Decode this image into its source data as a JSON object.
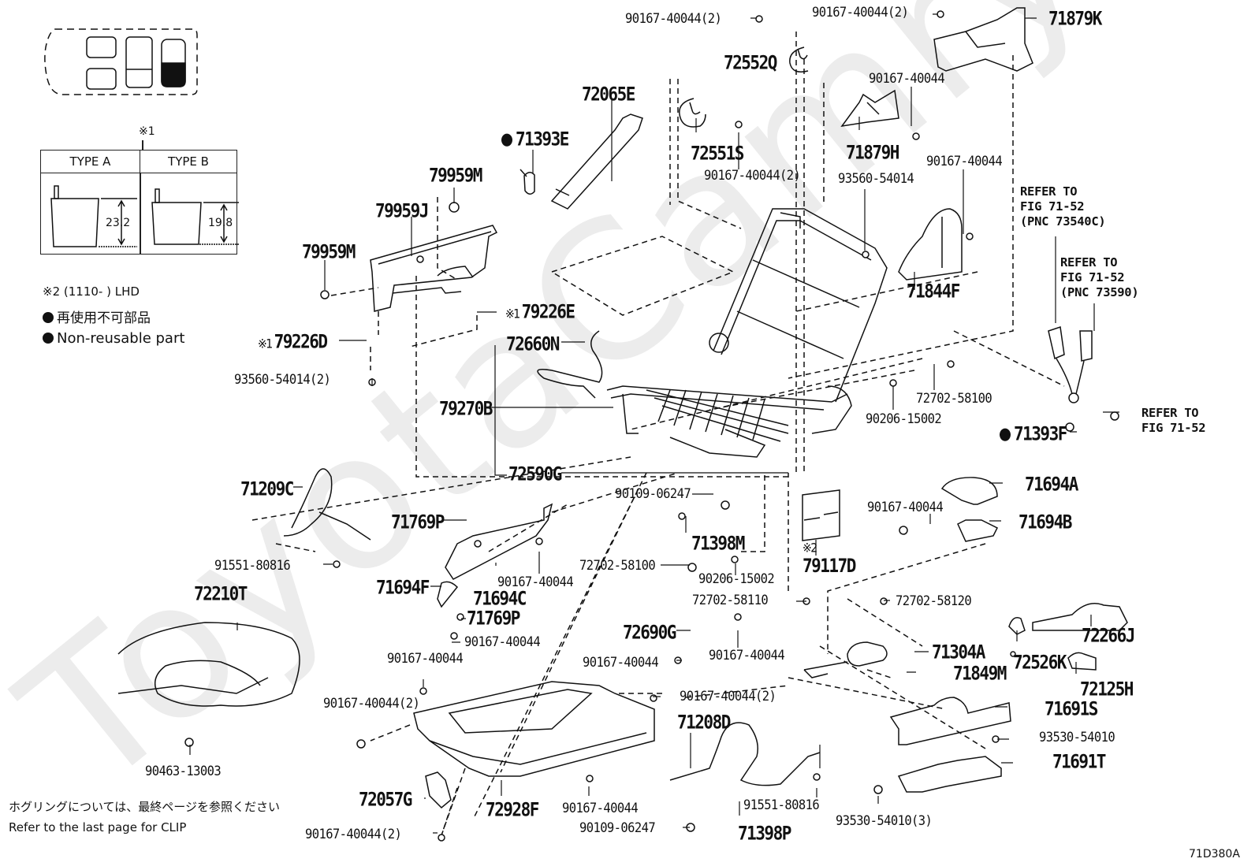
{
  "diagram": {
    "title_code": "71D380A",
    "subject": "Rear seat (right side) frame, cushion and release parts",
    "watermark": "ToyotaCamry.ru"
  },
  "legend": {
    "type_table_marker": "※1",
    "type_a": {
      "label": "TYPE A",
      "dimension": "23.2"
    },
    "type_b": {
      "label": "TYPE B",
      "dimension": "19.8"
    },
    "note_2": "※2 (1110-      ) LHD",
    "non_reusable_jp": "再使用不可部品",
    "non_reusable_en": "Non-reusable part"
  },
  "footer": {
    "clip_note_jp": "ホグリングについては、最終ページを参照ください",
    "clip_note_en": "Refer to the last page for CLIP"
  },
  "parts": [
    {
      "id": "p01",
      "label": "90167-40044(2)",
      "size": "small"
    },
    {
      "id": "p02",
      "label": "72552Q",
      "size": "big"
    },
    {
      "id": "p03",
      "label": "90167-40044(2)",
      "size": "small"
    },
    {
      "id": "p04",
      "label": "71879K",
      "size": "big"
    },
    {
      "id": "p05",
      "label": "72065E",
      "size": "big"
    },
    {
      "id": "p06",
      "label": "71393E",
      "size": "big",
      "non_reusable": true
    },
    {
      "id": "p07",
      "label": "72551S",
      "size": "big"
    },
    {
      "id": "p08",
      "label": "90167-40044(2)",
      "size": "small"
    },
    {
      "id": "p09",
      "label": "90167-40044",
      "size": "small"
    },
    {
      "id": "p10",
      "label": "71879H",
      "size": "big"
    },
    {
      "id": "p11",
      "label": "90167-40044",
      "size": "small"
    },
    {
      "id": "p12",
      "label": "93560-54014",
      "size": "small"
    },
    {
      "id": "p13",
      "label": "79959M",
      "size": "big"
    },
    {
      "id": "p14",
      "label": "79959J",
      "size": "big"
    },
    {
      "id": "p15",
      "label": "79959M",
      "size": "big"
    },
    {
      "id": "p16",
      "label": "71844F",
      "size": "big"
    },
    {
      "id": "p17",
      "label": "79226E",
      "size": "big",
      "marker": "※1"
    },
    {
      "id": "p18",
      "label": "79226D",
      "size": "big",
      "marker": "※1"
    },
    {
      "id": "p19",
      "label": "72660N",
      "size": "big"
    },
    {
      "id": "p20",
      "label": "93560-54014(2)",
      "size": "small"
    },
    {
      "id": "p21",
      "label": "79270B",
      "size": "big"
    },
    {
      "id": "p22",
      "label": "72702-58100",
      "size": "small"
    },
    {
      "id": "p23",
      "label": "90206-15002",
      "size": "small"
    },
    {
      "id": "p24",
      "label": "71393F",
      "size": "big",
      "non_reusable": true
    },
    {
      "id": "p25",
      "label": "72590G",
      "size": "big"
    },
    {
      "id": "p26",
      "label": "71209C",
      "size": "big"
    },
    {
      "id": "p27",
      "label": "90109-06247",
      "size": "small"
    },
    {
      "id": "p28",
      "label": "71694A",
      "size": "big"
    },
    {
      "id": "p29",
      "label": "71769P",
      "size": "big"
    },
    {
      "id": "p30",
      "label": "71398M",
      "size": "big"
    },
    {
      "id": "p31",
      "label": "90167-40044",
      "size": "small"
    },
    {
      "id": "p32",
      "label": "71694B",
      "size": "big"
    },
    {
      "id": "p33",
      "label": "91551-80816",
      "size": "small"
    },
    {
      "id": "p34",
      "label": "72702-58100",
      "size": "small"
    },
    {
      "id": "p35",
      "label": "79117D",
      "size": "big",
      "marker": "※2"
    },
    {
      "id": "p36",
      "label": "71694F",
      "size": "big"
    },
    {
      "id": "p37",
      "label": "71694C",
      "size": "big"
    },
    {
      "id": "p38",
      "label": "90167-40044",
      "size": "small"
    },
    {
      "id": "p39",
      "label": "90206-15002",
      "size": "small"
    },
    {
      "id": "p40",
      "label": "72210T",
      "size": "big"
    },
    {
      "id": "p41",
      "label": "71769P",
      "size": "big"
    },
    {
      "id": "p42",
      "label": "72702-58110",
      "size": "small"
    },
    {
      "id": "p43",
      "label": "72702-58120",
      "size": "small"
    },
    {
      "id": "p44",
      "label": "72690G",
      "size": "big"
    },
    {
      "id": "p45",
      "label": "90167-40044",
      "size": "small"
    },
    {
      "id": "p46",
      "label": "71304A",
      "size": "big"
    },
    {
      "id": "p47",
      "label": "72266J",
      "size": "big"
    },
    {
      "id": "p48",
      "label": "90167-40044",
      "size": "small"
    },
    {
      "id": "p49",
      "label": "90167-40044",
      "size": "small"
    },
    {
      "id": "p50",
      "label": "90167-40044",
      "size": "small"
    },
    {
      "id": "p51",
      "label": "72526K",
      "size": "big"
    },
    {
      "id": "p52",
      "label": "71849M",
      "size": "big"
    },
    {
      "id": "p53",
      "label": "72125H",
      "size": "big"
    },
    {
      "id": "p54",
      "label": "90167-40044(2)",
      "size": "small"
    },
    {
      "id": "p55",
      "label": "90167-40044(2)",
      "size": "small"
    },
    {
      "id": "p56",
      "label": "71691S",
      "size": "big"
    },
    {
      "id": "p57",
      "label": "71208D",
      "size": "big"
    },
    {
      "id": "p58",
      "label": "93530-54010",
      "size": "small"
    },
    {
      "id": "p59",
      "label": "71691T",
      "size": "big"
    },
    {
      "id": "p60",
      "label": "90463-13003",
      "size": "small"
    },
    {
      "id": "p61",
      "label": "72057G",
      "size": "big"
    },
    {
      "id": "p62",
      "label": "72928F",
      "size": "big"
    },
    {
      "id": "p63",
      "label": "90167-40044",
      "size": "small"
    },
    {
      "id": "p64",
      "label": "91551-80816",
      "size": "small"
    },
    {
      "id": "p65",
      "label": "93530-54010(3)",
      "size": "small"
    },
    {
      "id": "p66",
      "label": "90167-40044(2)",
      "size": "small"
    },
    {
      "id": "p67",
      "label": "90109-06247",
      "size": "small"
    },
    {
      "id": "p68",
      "label": "71398P",
      "size": "big"
    }
  ],
  "references": [
    {
      "id": "r1",
      "text": "REFER TO\nFIG 71-52\n(PNC 73540C)"
    },
    {
      "id": "r2",
      "text": "REFER TO\nFIG 71-52\n(PNC 73590)"
    },
    {
      "id": "r3",
      "text": "REFER TO\nFIG 71-52"
    }
  ]
}
